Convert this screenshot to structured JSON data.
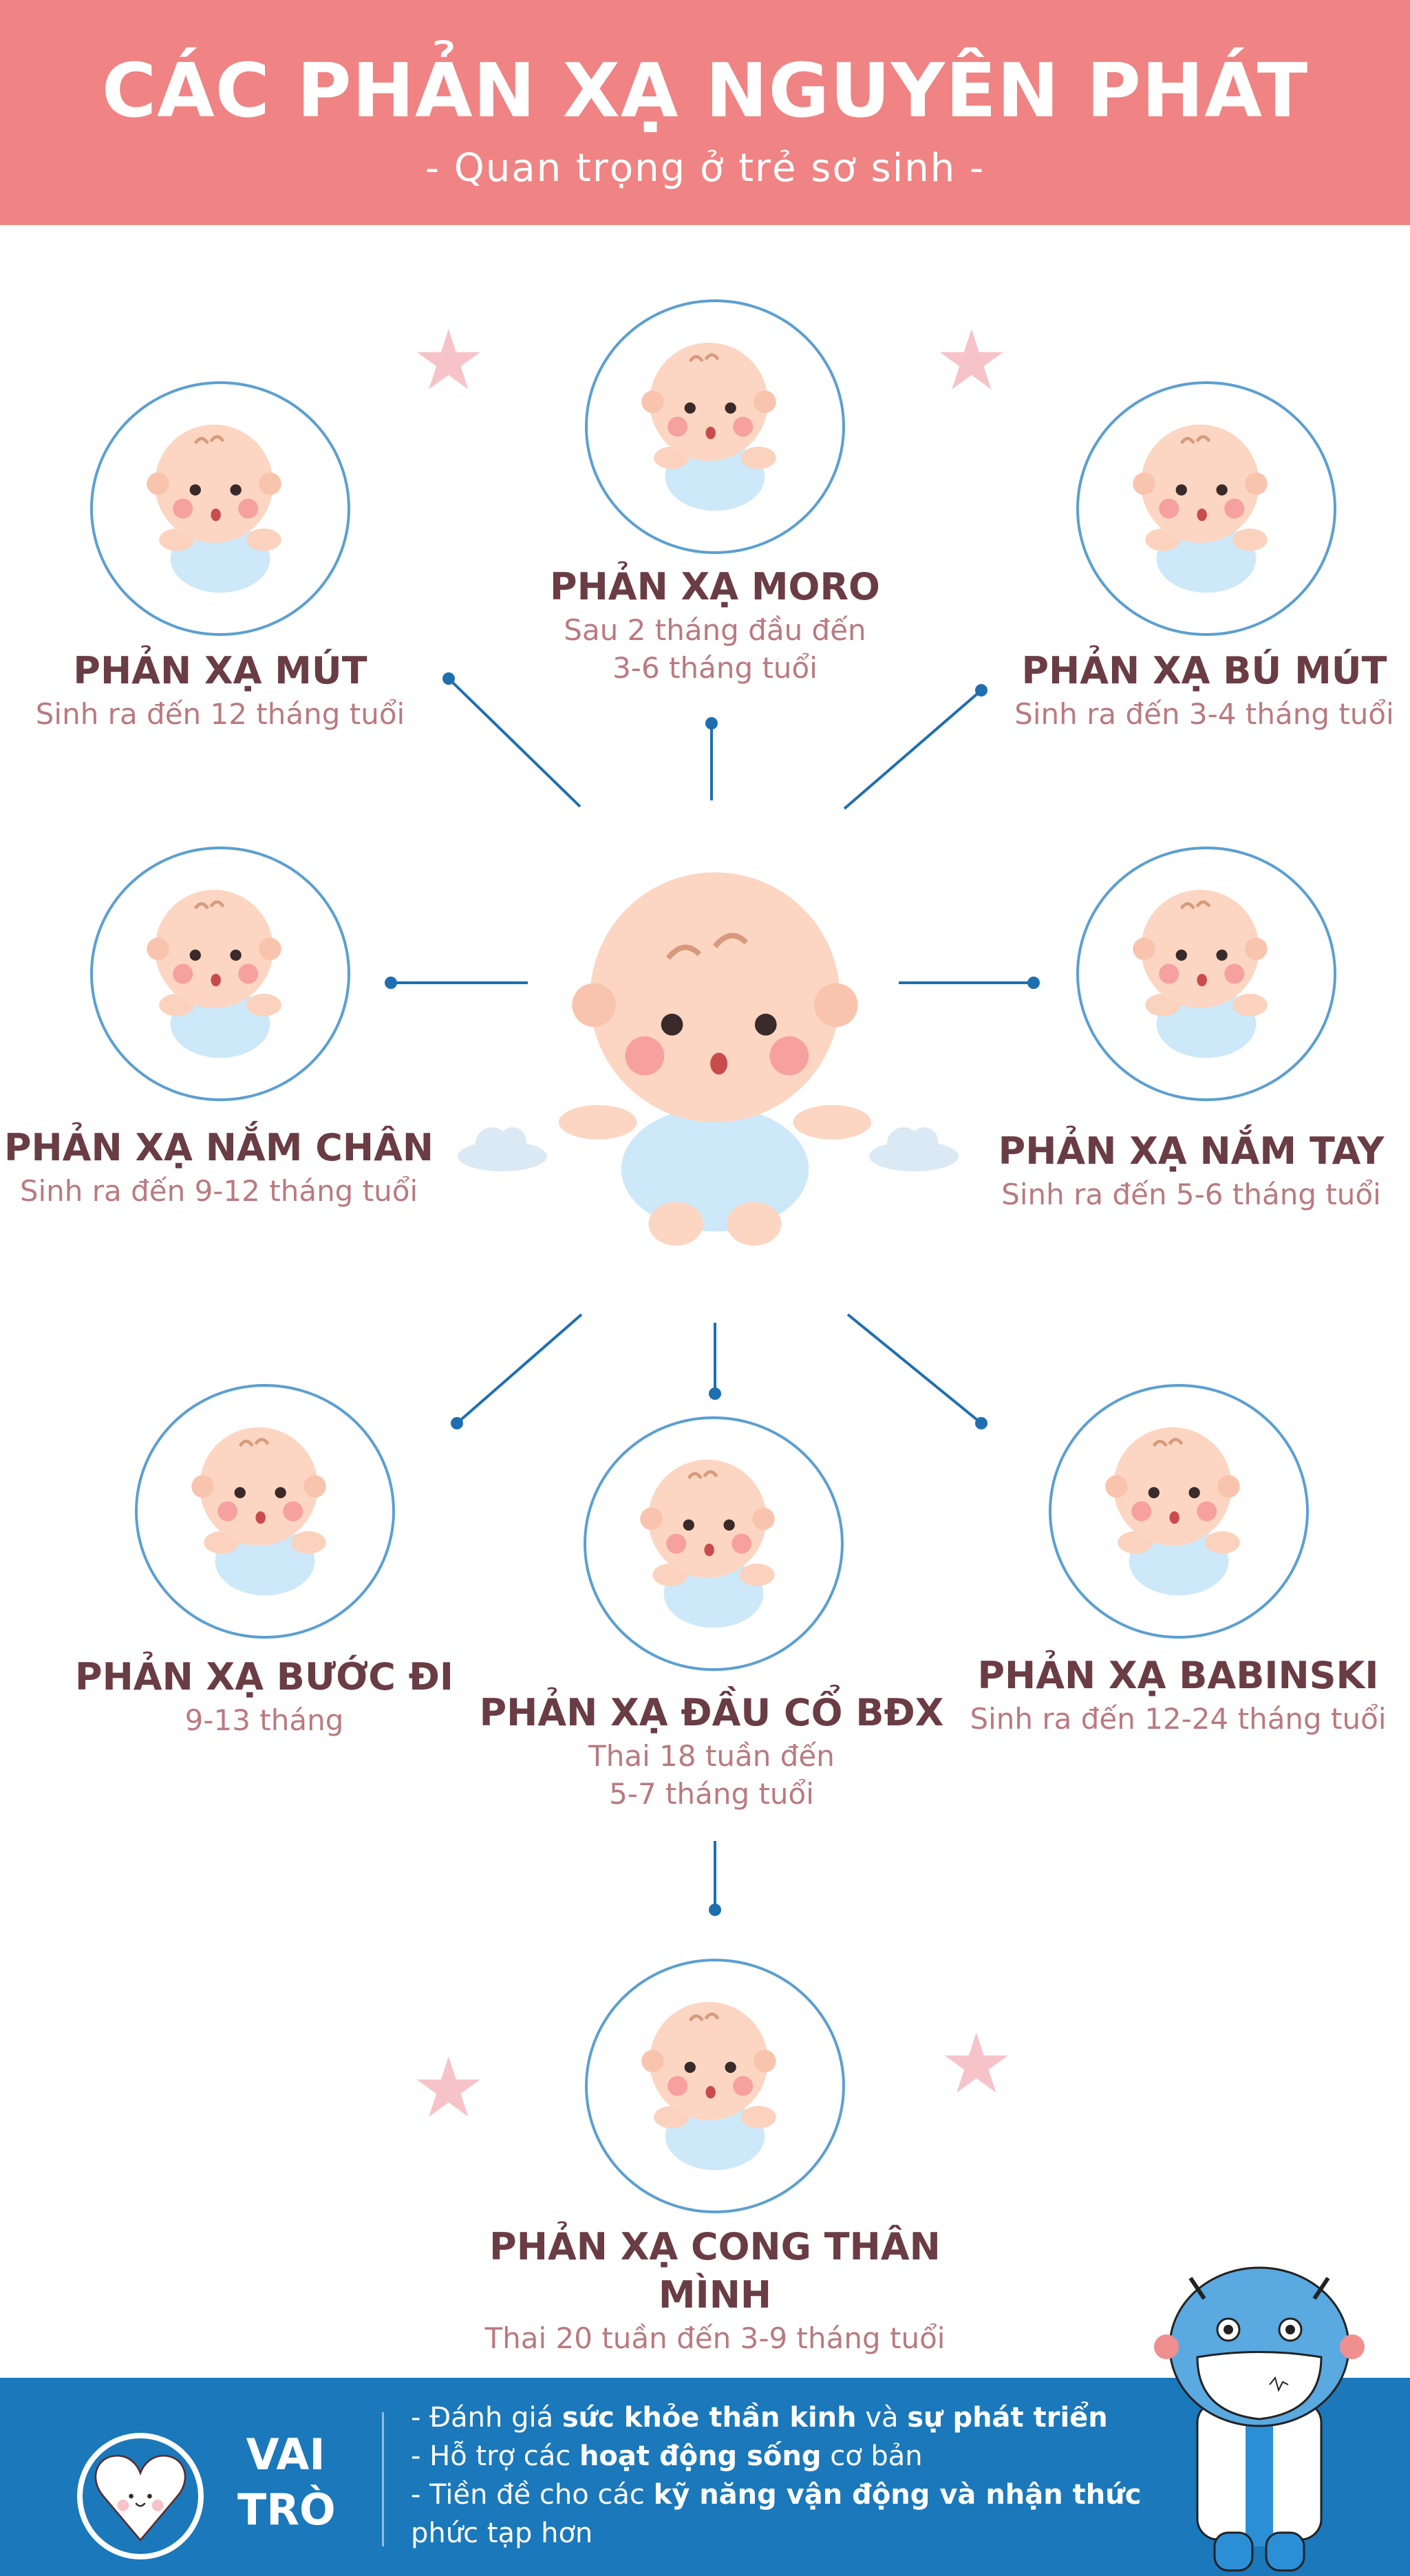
{
  "header": {
    "title": "CÁC PHẢN XẠ NGUYÊN PHÁT",
    "subtitle": "- Quan trọng ở trẻ sơ sinh -"
  },
  "reflexes": [
    {
      "title": "PHẢN XẠ MÚT",
      "age": [
        "Sinh ra đến 12 tháng tuổi"
      ]
    },
    {
      "title": "PHẢN XẠ MORO",
      "age": [
        "Sau 2 tháng đầu đến",
        "3-6 tháng tuổi"
      ]
    },
    {
      "title": "PHẢN XẠ BÚ MÚT",
      "age": [
        "Sinh ra đến 3-4 tháng tuổi"
      ]
    },
    {
      "title": "PHẢN XẠ NẮM CHÂN",
      "age": [
        "Sinh ra đến 9-12 tháng tuổi"
      ]
    },
    {
      "title": "PHẢN XẠ NẮM TAY",
      "age": [
        "Sinh ra đến 5-6 tháng tuổi"
      ]
    },
    {
      "title": "PHẢN XẠ BƯỚC ĐI",
      "age": [
        "9-13 tháng"
      ]
    },
    {
      "title": "PHẢN XẠ ĐẦU CỔ BĐX",
      "age": [
        "Thai 18 tuần đến",
        "5-7 tháng tuổi"
      ]
    },
    {
      "title": "PHẢN XẠ BABINSKI",
      "age": [
        "Sinh ra đến 12-24 tháng tuổi"
      ]
    },
    {
      "title": "PHẢN XẠ CONG THÂN MÌNH",
      "age": [
        "Thai 20 tuần đến 3-9 tháng tuổi"
      ]
    }
  ],
  "footer": {
    "heading": [
      "VAI",
      "TRÒ"
    ],
    "bullets": [
      [
        {
          "t": "- Đánh giá ",
          "b": false
        },
        {
          "t": "sức khỏe thần kinh",
          "b": true
        },
        {
          "t": " và ",
          "b": false
        },
        {
          "t": "sự phát triển",
          "b": true
        }
      ],
      [
        {
          "t": "- Hỗ trợ các ",
          "b": false
        },
        {
          "t": "hoạt động sống",
          "b": true
        },
        {
          "t": " cơ bản",
          "b": false
        }
      ],
      [
        {
          "t": "- Tiền đề cho các ",
          "b": false
        },
        {
          "t": "kỹ năng vận động và nhận thức",
          "b": true
        }
      ],
      [
        {
          "t": "phức tạp hơn",
          "b": false
        }
      ]
    ]
  },
  "colors": {
    "header": "#f08383",
    "footer": "#1a78bb",
    "title": "#6a3c44",
    "subtitle": "#b97a80",
    "line": "#1e6fb0"
  }
}
